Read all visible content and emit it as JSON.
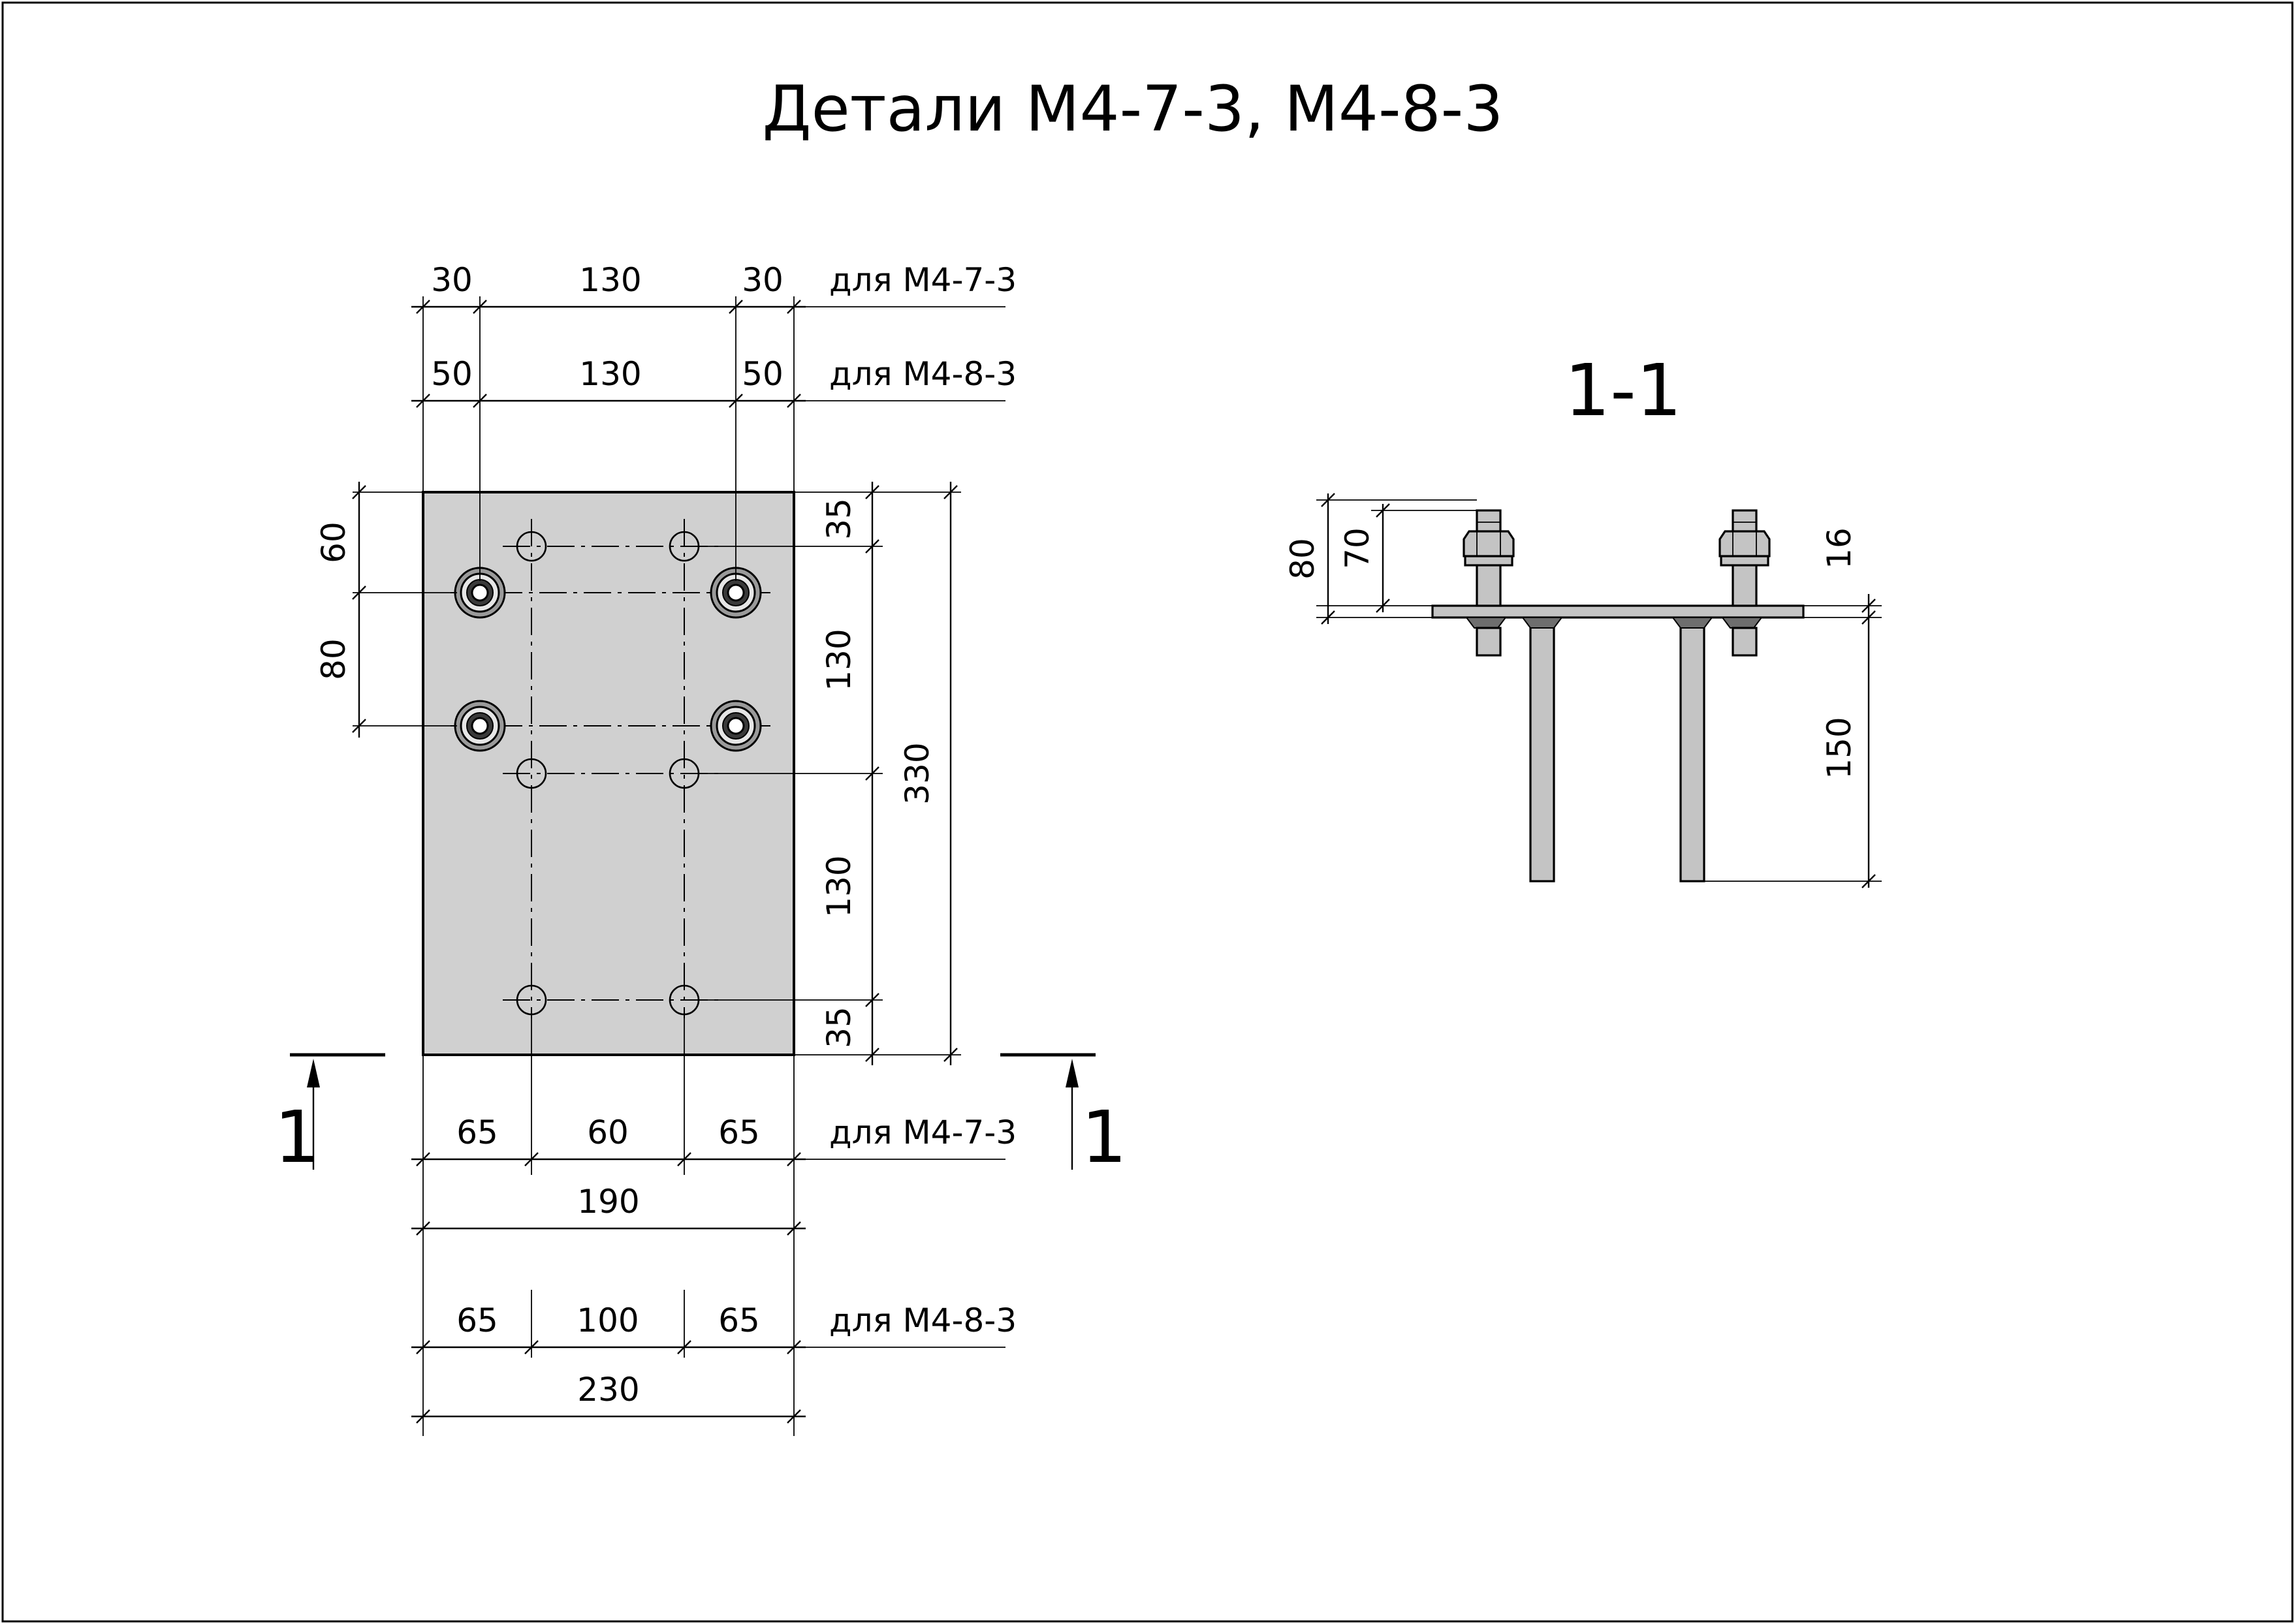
{
  "title": "Детали М4-7-3, М4-8-3",
  "plan": {
    "top_row1": {
      "left": "30",
      "mid": "130",
      "right": "30",
      "note": "для М4-7-3"
    },
    "top_row2": {
      "left": "50",
      "mid": "130",
      "right": "50",
      "note": "для М4-8-3"
    },
    "left_dims": {
      "d1": "60",
      "d2": "80"
    },
    "right_dims": {
      "d1": "35",
      "d2": "130",
      "d3": "130",
      "d4": "35",
      "total": "330"
    },
    "bottom_row1": {
      "left": "65",
      "mid": "60",
      "right": "65",
      "note": "для М4-7-3",
      "total": "190"
    },
    "bottom_row2": {
      "left": "65",
      "mid": "100",
      "right": "65",
      "note": "для М4-8-3",
      "total": "230"
    },
    "section_mark": "1"
  },
  "section": {
    "label": "1-1",
    "dims": {
      "a": "80",
      "b": "70",
      "c": "16",
      "d": "150"
    }
  }
}
